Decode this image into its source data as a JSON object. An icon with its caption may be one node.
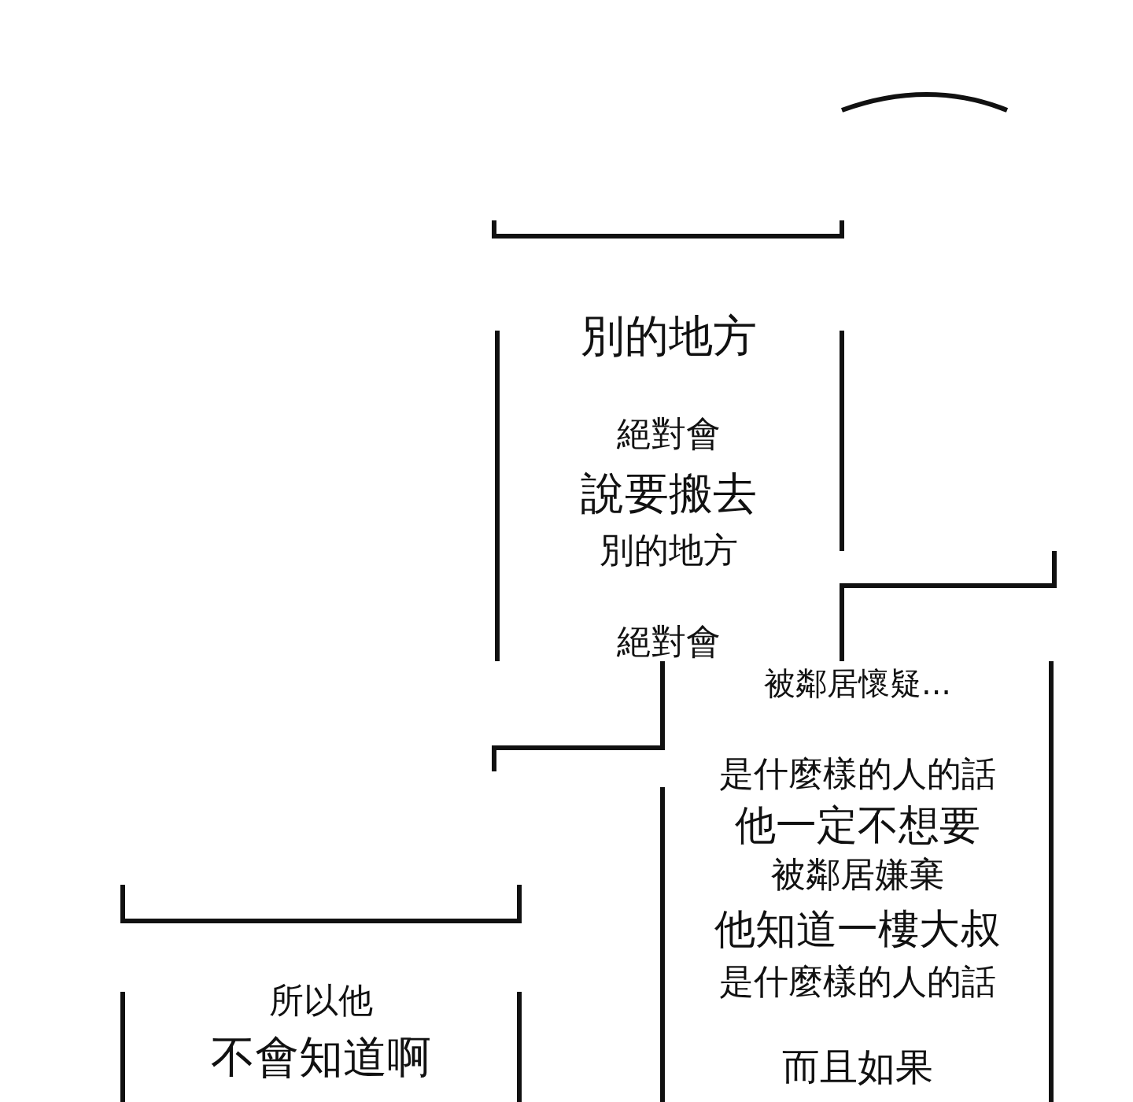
{
  "diagram": {
    "labels": [
      "別的地方",
      "絕對會",
      "說要搬去",
      "別的地方",
      "絕對會",
      "被鄰居懷疑...",
      "是什麼樣的人的話",
      "他一定不想要",
      "被鄰居嫌棄",
      "他知道一樓大叔",
      "是什麼樣的人的話",
      "而且如果",
      "所以他",
      "不會知道啊"
    ]
  }
}
